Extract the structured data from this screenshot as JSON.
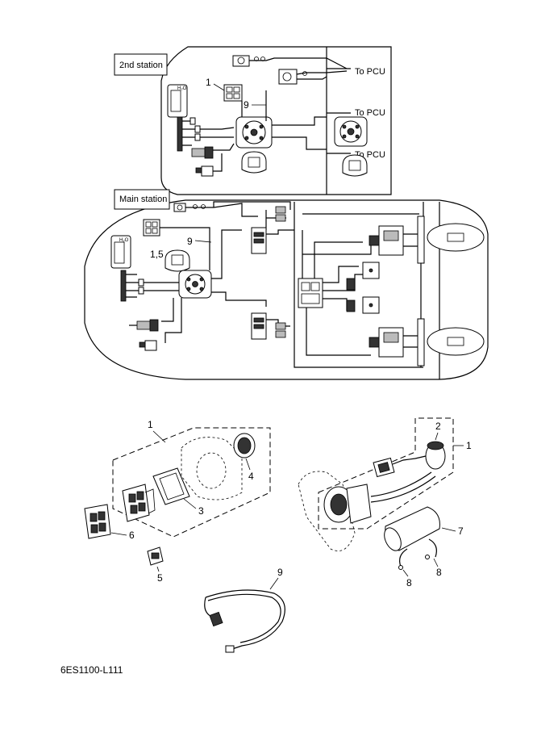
{
  "wiring": {
    "second_station_label": "2nd station",
    "main_station_label": "Main station",
    "to_pcu_1": "To PCU",
    "to_pcu_2": "To PCU",
    "to_pcu_3": "To PCU"
  },
  "callouts": {
    "wiring_1": "1",
    "wiring_9a": "9",
    "wiring_15": "1,5",
    "wiring_9b": "9",
    "parts_1_left": "1",
    "parts_4": "4",
    "parts_3": "3",
    "parts_6": "6",
    "parts_5": "5",
    "parts_9": "9",
    "parts_2": "2",
    "parts_1_right": "1",
    "parts_7": "7",
    "parts_8_left": "8",
    "parts_8_right": "8"
  },
  "drawing_code": "6ES1100-L111"
}
